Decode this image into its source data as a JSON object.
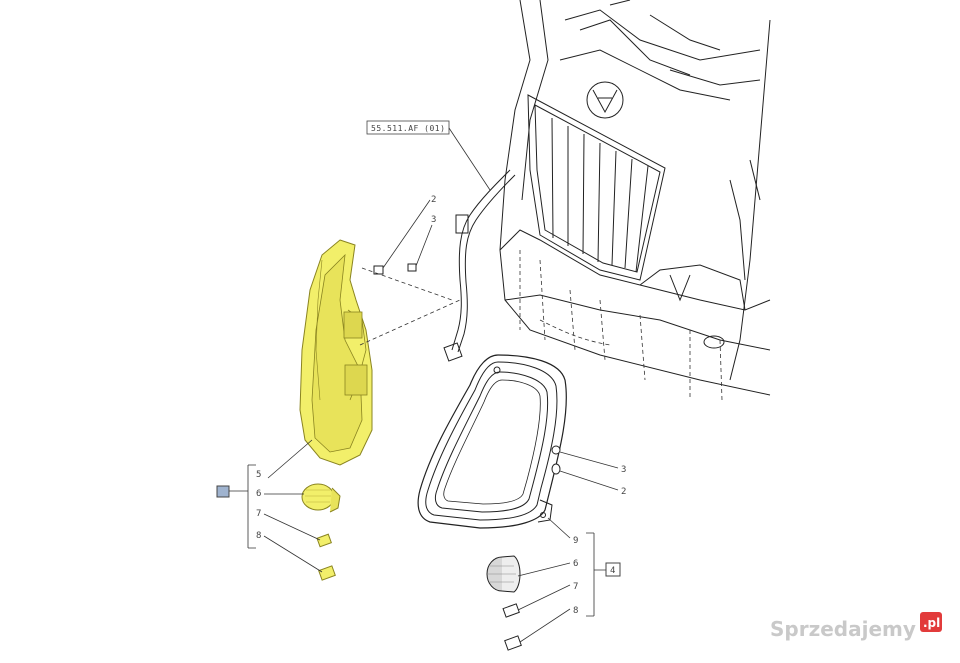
{
  "reference_label": "55.511.AF (01)",
  "callouts_left": [
    "5",
    "6",
    "7",
    "8"
  ],
  "callouts_right_top": [
    "3",
    "2"
  ],
  "callouts_right_bottom": [
    "9",
    "6",
    "7",
    "8"
  ],
  "callouts_mid": [
    "2",
    "3"
  ],
  "group_marker_right": "4",
  "watermark_text": "Sprzedajemy",
  "watermark_badge": ".pl",
  "colors": {
    "highlight": "#f2ef6a",
    "highlight_dark": "#c9c23a",
    "line": "#222222",
    "watermark_badge": "#e23b3b",
    "marker_left_fill": "#9fb3cf"
  }
}
